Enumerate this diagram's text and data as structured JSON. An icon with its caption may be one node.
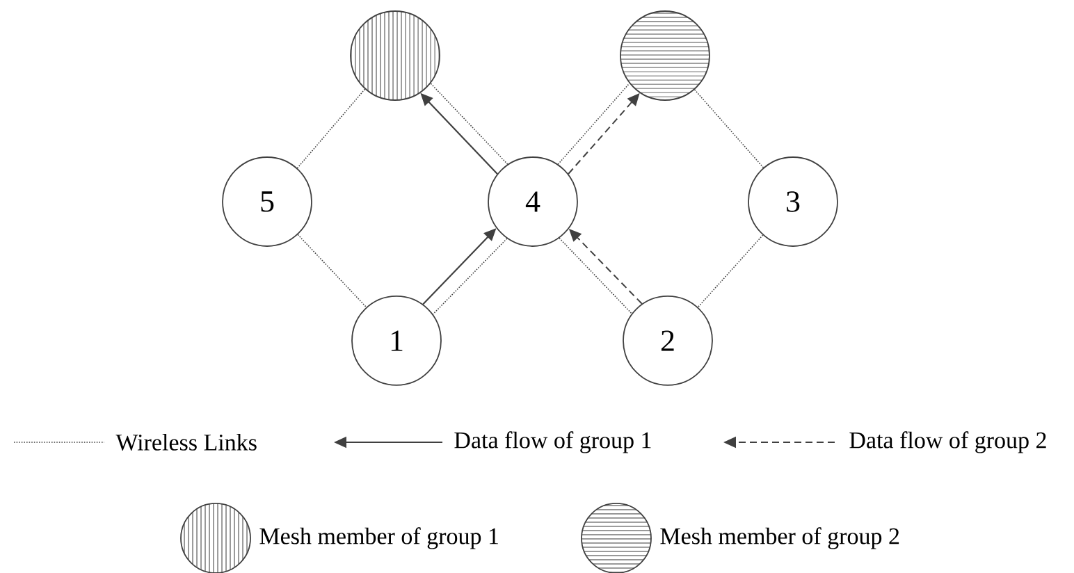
{
  "diagram": {
    "nodes": [
      {
        "text": [],
        "shape": "circle"
      },
      {
        "text": [],
        "shape": "circle"
      },
      {
        "text": [
          "5"
        ]
      },
      {
        "text": [
          "4"
        ]
      },
      {
        "text": [
          "3"
        ]
      },
      {
        "text": [
          "1"
        ]
      },
      {
        "text": [
          "2"
        ]
      }
    ],
    "edges": [
      {
        "from": 2,
        "to": 0,
        "arrow": "none",
        "style": "dashed"
      },
      {
        "from": 2,
        "to": 5,
        "arrow": "none",
        "style": "dashed"
      },
      {
        "from": 3,
        "to": 0,
        "arrow": "none",
        "style": "dashed"
      },
      {
        "from": 3,
        "to": 1,
        "arrow": "none",
        "style": "dashed"
      },
      {
        "from": 3,
        "to": 5,
        "arrow": "none",
        "style": "dashed"
      },
      {
        "from": 3,
        "to": 6,
        "arrow": "none",
        "style": "dashed"
      },
      {
        "from": 4,
        "to": 1,
        "arrow": "none",
        "style": "dashed"
      },
      {
        "from": 4,
        "to": 6,
        "arrow": "none",
        "style": "dashed"
      },
      {
        "from": 5,
        "to": 3,
        "arrow": "to"
      },
      {
        "from": 3,
        "to": 0,
        "arrow": "to"
      },
      {
        "from": 6,
        "to": 3,
        "arrow": "to",
        "style": "dashed"
      },
      {
        "from": 3,
        "to": 1,
        "arrow": "to",
        "style": "dashed"
      }
    ],
    "legend": [
      {
        "text": "Wireless Links"
      },
      {
        "text": "Data flow of group 1"
      },
      {
        "text": "Data flow of group 2"
      },
      {
        "text": "Mesh member of group 1"
      },
      {
        "text": "Mesh member of group 2"
      }
    ]
  }
}
